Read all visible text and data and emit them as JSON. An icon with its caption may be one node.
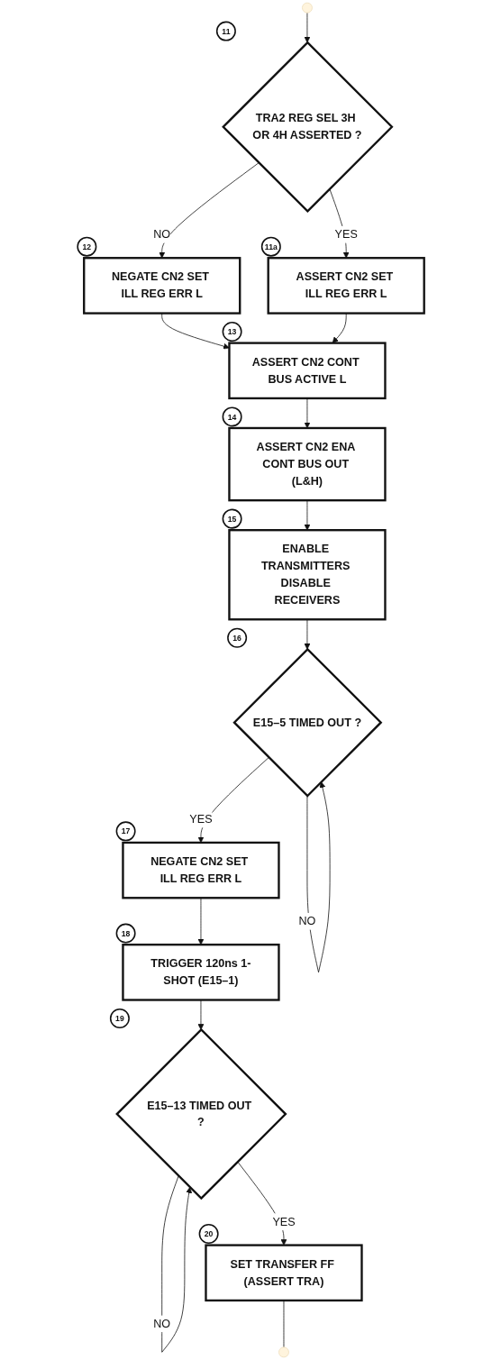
{
  "diagram": {
    "nodes": [
      {
        "text": [
          "TRA2 REG SEL 3H OR 4H ASSERTED ?"
        ],
        "beside": [
          "11"
        ]
      },
      {
        "text": [
          "NEGATE CN2 SET ILL REG ERR L"
        ],
        "beside": [
          "12"
        ]
      },
      {
        "text": [
          "ASSERT CN2 SET ILL REG ERR L"
        ],
        "beside": [
          "11a"
        ]
      },
      {
        "text": [
          "ASSERT CN2 CONT BUS ACTIVE L"
        ],
        "beside": [
          "13"
        ]
      },
      {
        "text": [
          "ASSERT CN2 ENA CONT BUS OUT (L&H)"
        ],
        "beside": [
          "14"
        ]
      },
      {
        "text": [
          "ENABLE TRANSMITTERS DISABLE RECEIVERS"
        ],
        "beside": [
          "15"
        ]
      },
      {
        "text": [
          "E15–5 TIMED OUT ?"
        ],
        "beside": [
          "16"
        ]
      },
      {
        "text": [
          "NEGATE CN2 SET ILL REG ERR L"
        ],
        "beside": [
          "17"
        ]
      },
      {
        "text": [
          "TRIGGER 120ns 1-SHOT (E15–1)"
        ],
        "beside": [
          "18"
        ]
      },
      {
        "text": [
          "E15–13 TIMED OUT ?"
        ],
        "beside": [
          "19"
        ]
      },
      {
        "text": [
          "SET TRANSFER FF (ASSERT TRA)"
        ],
        "beside": [
          "20"
        ]
      }
    ],
    "edges": [
      {
        "from": null,
        "to": 0,
        "arrow": "to"
      },
      {
        "from": 0,
        "to": 1,
        "label": "NO",
        "arrow": "to"
      },
      {
        "from": 0,
        "to": 2,
        "label": "YES",
        "arrow": "to"
      },
      {
        "from": 1,
        "to": 3,
        "arrow": "to"
      },
      {
        "from": 2,
        "to": 3,
        "arrow": "to"
      },
      {
        "from": 3,
        "to": 4,
        "arrow": "to"
      },
      {
        "from": 4,
        "to": 5,
        "arrow": "to"
      },
      {
        "from": 5,
        "to": 6,
        "arrow": "to"
      },
      {
        "from": 6,
        "to": 6,
        "label": "NO",
        "arrow": "to"
      },
      {
        "from": 6,
        "to": 7,
        "label": "YES",
        "arrow": "to"
      },
      {
        "from": 7,
        "to": 8,
        "arrow": "to"
      },
      {
        "from": 8,
        "to": 9,
        "arrow": "to"
      },
      {
        "from": 9,
        "to": 9,
        "label": "NO",
        "arrow": "to"
      },
      {
        "from": 9,
        "to": 10,
        "label": "YES",
        "arrow": "to"
      },
      {
        "from": 10,
        "to": null,
        "arrow": "none"
      }
    ]
  }
}
